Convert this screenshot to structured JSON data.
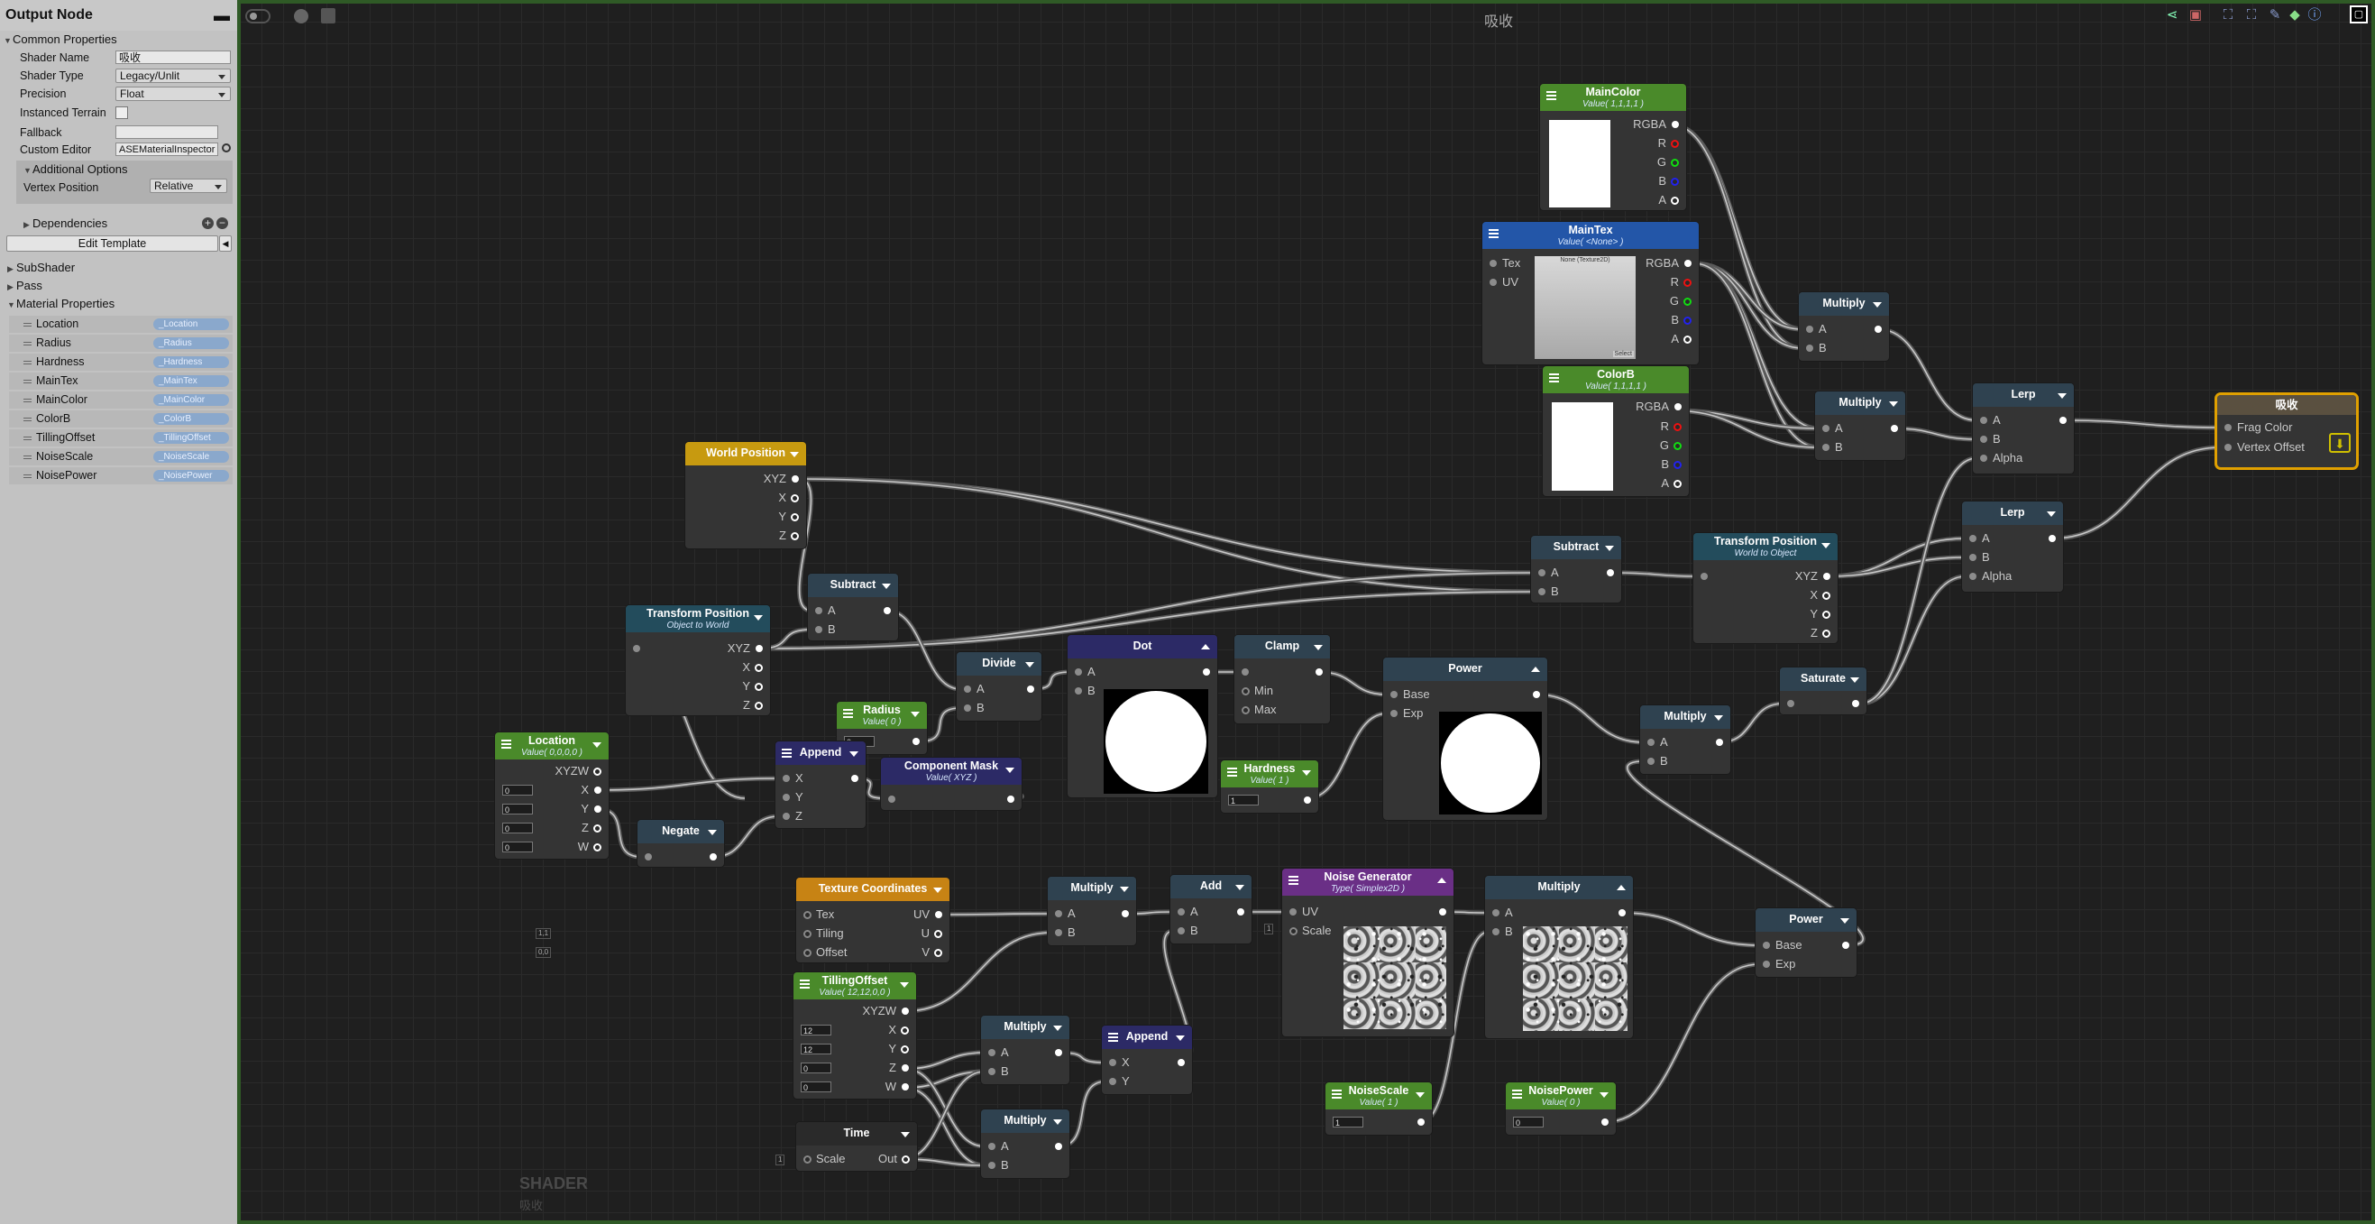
{
  "inspector": {
    "title": "Output Node",
    "common_props": "Common Properties",
    "shader_name_label": "Shader Name",
    "shader_name_value": "吸收",
    "shader_type_label": "Shader Type",
    "shader_type_value": "Legacy/Unlit",
    "precision_label": "Precision",
    "precision_value": "Float",
    "instanced_label": "Instanced Terrain",
    "fallback_label": "Fallback",
    "fallback_value": "",
    "custom_editor_label": "Custom Editor",
    "custom_editor_value": "ASEMaterialInspector",
    "additional_options": "Additional Options",
    "vertex_position_label": "Vertex Position",
    "vertex_position_value": "Relative",
    "dependencies": "Dependencies",
    "edit_template": "Edit Template",
    "subshader": "SubShader",
    "pass": "Pass",
    "material_properties": "Material Properties",
    "props": [
      {
        "name": "Location",
        "ref": "_Location"
      },
      {
        "name": "Radius",
        "ref": "_Radius"
      },
      {
        "name": "Hardness",
        "ref": "_Hardness"
      },
      {
        "name": "MainTex",
        "ref": "_MainTex"
      },
      {
        "name": "MainColor",
        "ref": "_MainColor"
      },
      {
        "name": "ColorB",
        "ref": "_ColorB"
      },
      {
        "name": "TillingOffset",
        "ref": "_TillingOffset"
      },
      {
        "name": "NoiseScale",
        "ref": "_NoiseScale"
      },
      {
        "name": "NoisePower",
        "ref": "_NoisePower"
      }
    ]
  },
  "canvas": {
    "title": "吸收",
    "watermark_title": "SHADER",
    "watermark_sub": "吸收"
  },
  "nodes": {
    "maincolor": {
      "title": "MainColor",
      "sub": "Value( 1,1,1,1 )"
    },
    "maintex": {
      "title": "MainTex",
      "sub": "Value( <None> )",
      "tex_label": "None (Texture2D)",
      "select": "Select"
    },
    "colorb": {
      "title": "ColorB",
      "sub": "Value( 1,1,1,1 )"
    },
    "mul1": {
      "title": "Multiply"
    },
    "mul2": {
      "title": "Multiply"
    },
    "lerp1": {
      "title": "Lerp"
    },
    "lerp2": {
      "title": "Lerp"
    },
    "output": {
      "title": "吸收",
      "frag": "Frag Color",
      "vert": "Vertex Offset"
    },
    "worldpos": {
      "title": "World Position"
    },
    "subtract1": {
      "title": "Subtract"
    },
    "subtract2": {
      "title": "Subtract"
    },
    "transform1": {
      "title": "Transform Position",
      "sub": "Object to World"
    },
    "transform2": {
      "title": "Transform Position",
      "sub": "World to Object"
    },
    "divide": {
      "title": "Divide"
    },
    "dot": {
      "title": "Dot"
    },
    "clamp": {
      "title": "Clamp",
      "min": "Min",
      "max": "Max"
    },
    "power1": {
      "title": "Power",
      "base": "Base",
      "exp": "Exp"
    },
    "radius": {
      "title": "Radius",
      "sub": "Value( 0 )",
      "val": "0"
    },
    "hardness": {
      "title": "Hardness",
      "sub": "Value( 1 )",
      "val": "1"
    },
    "mul3": {
      "title": "Multiply"
    },
    "saturate": {
      "title": "Saturate"
    },
    "location": {
      "title": "Location",
      "sub": "Value( 0,0,0,0 )",
      "vals": [
        "0",
        "0",
        "0",
        "0"
      ]
    },
    "append1": {
      "title": "Append"
    },
    "negate": {
      "title": "Negate"
    },
    "compmask": {
      "title": "Component Mask",
      "sub": "Value( XYZ )"
    },
    "texcoord": {
      "title": "Texture Coordinates",
      "tex": "Tex",
      "tiling": "Tiling",
      "offset": "Offset",
      "tiling_val": "1,1",
      "offset_val": "0,0"
    },
    "mul4": {
      "title": "Multiply"
    },
    "add": {
      "title": "Add"
    },
    "noisegen": {
      "title": "Noise Generator",
      "sub": "Type( Simplex2D )",
      "uv": "UV",
      "scale": "Scale",
      "scale_val": "1"
    },
    "mul5": {
      "title": "Multiply"
    },
    "power2": {
      "title": "Power",
      "base": "Base",
      "exp": "Exp"
    },
    "tilling": {
      "title": "TillingOffset",
      "sub": "Value( 12,12,0,0 )",
      "vals": [
        "12",
        "12",
        "0",
        "0"
      ]
    },
    "mul6": {
      "title": "Multiply"
    },
    "mul7": {
      "title": "Multiply"
    },
    "append2": {
      "title": "Append"
    },
    "time": {
      "title": "Time",
      "scale": "Scale",
      "out": "Out",
      "scale_val": "1"
    },
    "noisescale": {
      "title": "NoiseScale",
      "sub": "Value( 1 )",
      "val": "1"
    },
    "noisepower": {
      "title": "NoisePower",
      "sub": "Value( 0 )",
      "val": "0"
    }
  },
  "ports": {
    "rgba": "RGBA",
    "r": "R",
    "g": "G",
    "b": "B",
    "a": "A",
    "xyzw": "XYZW",
    "xyz": "XYZ",
    "x": "X",
    "y": "Y",
    "z": "Z",
    "w": "W",
    "in_a": "A",
    "in_b": "B",
    "alpha": "Alpha",
    "tex": "Tex",
    "uv": "UV",
    "u": "U",
    "v": "V"
  },
  "colors": {
    "green_header": "#4a8a2a",
    "blue_header": "#2356a8",
    "gray_header": "#2f4250",
    "teal_header": "#234c5c",
    "yellow_header": "#c79a10",
    "orange_header": "#c78314",
    "purple_header": "#2c2a66",
    "violet_header": "#6a2f86",
    "output_border": "#e0a000"
  }
}
